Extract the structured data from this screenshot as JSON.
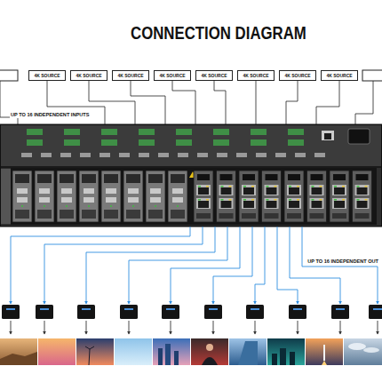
{
  "diagram": {
    "title": "CONNECTION DIAGRAM",
    "nodes": [
      {
        "text": [
          "4K SOURCE"
        ]
      },
      {
        "text": [
          "4K SOURCE"
        ]
      },
      {
        "text": [
          "4K SOURCE"
        ]
      },
      {
        "text": [
          "4K SOURCE"
        ]
      },
      {
        "text": [
          "4K SOURCE"
        ]
      },
      {
        "text": [
          "4K SOURCE"
        ]
      },
      {
        "text": [
          "4K SOURCE"
        ]
      },
      {
        "text": [
          "4K SOURCE"
        ]
      },
      {
        "text": [
          "UP TO 16 INDEPENDENT INPUTS",
          "UP TO 16 INDEPENDENT OUT"
        ]
      }
    ],
    "edges": [
      {
        "from": 0,
        "to": 8,
        "arrow": "none"
      },
      {
        "from": 1,
        "to": 8,
        "arrow": "none"
      },
      {
        "from": 2,
        "to": 8,
        "arrow": "none"
      },
      {
        "from": 3,
        "to": 8,
        "arrow": "none"
      },
      {
        "from": 4,
        "to": 8,
        "arrow": "none"
      },
      {
        "from": 5,
        "to": 8,
        "arrow": "none"
      },
      {
        "from": 6,
        "to": 8,
        "arrow": "none"
      },
      {
        "from": 7,
        "to": 8,
        "arrow": "none"
      }
    ]
  }
}
